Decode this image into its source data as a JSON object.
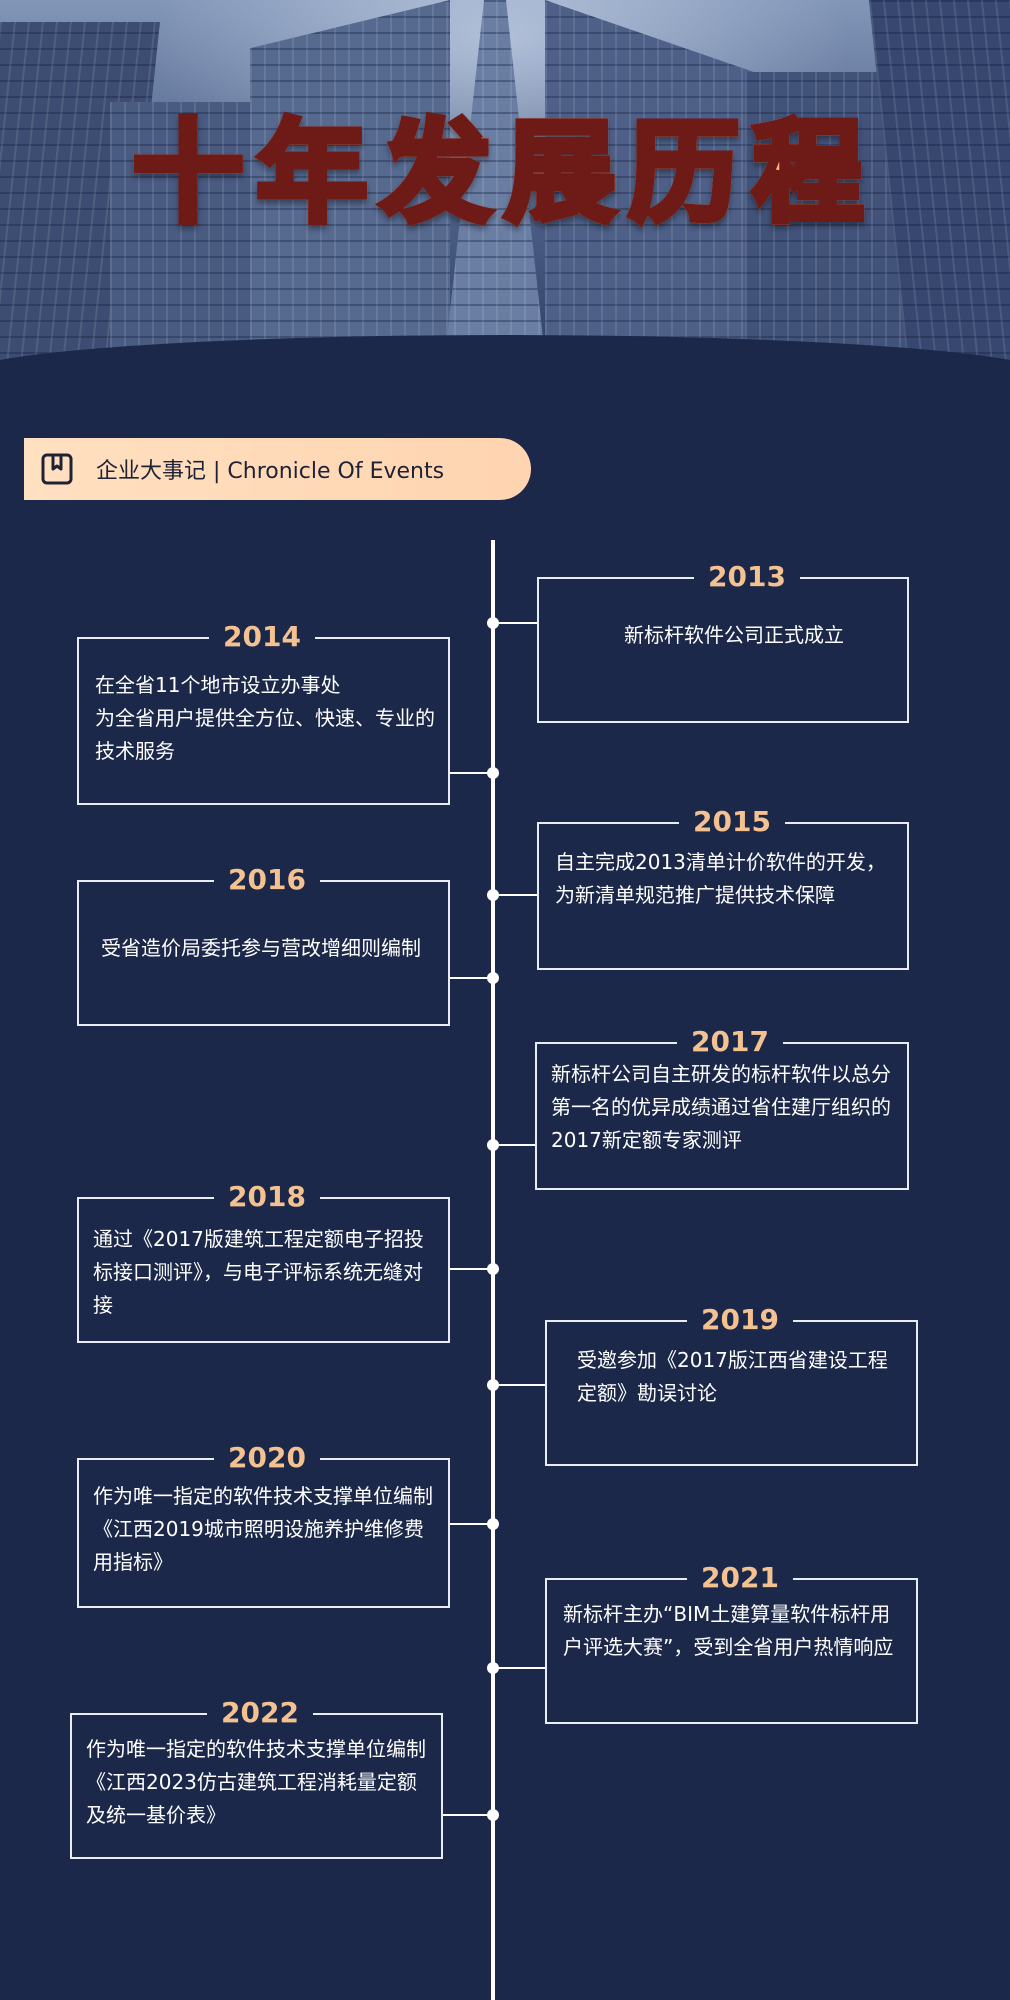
{
  "header": {
    "title": "十年发展历程"
  },
  "section": {
    "icon": "bookmark-icon",
    "label": "企业大事记 | Chronicle Of Events"
  },
  "colors": {
    "background": "#1c2849",
    "title_fill": "#ffb77a",
    "title_outline": "#6e1b18",
    "pill": "#ffd8b6",
    "year": "#f4c291",
    "line": "#ffffff"
  },
  "events": [
    {
      "year": "2013",
      "side": "right",
      "text": "新标杆软件公司正式成立"
    },
    {
      "year": "2014",
      "side": "left",
      "text": "在全省11个地市设立办事处\n为全省用户提供全方位、快速、专业的技术服务"
    },
    {
      "year": "2015",
      "side": "right",
      "text": "自主完成2013清单计价软件的开发，为新清单规范推广提供技术保障"
    },
    {
      "year": "2016",
      "side": "left",
      "text": "受省造价局委托参与营改增细则编制"
    },
    {
      "year": "2017",
      "side": "right",
      "text": "新标杆公司自主研发的标杆软件以总分第一名的优异成绩通过省住建厅组织的2017新定额专家测评"
    },
    {
      "year": "2018",
      "side": "left",
      "text": "通过《2017版建筑工程定额电子招投标接口测评》，与电子评标系统无缝对接"
    },
    {
      "year": "2019",
      "side": "right",
      "text": "受邀参加《2017版江西省建设工程定额》勘误讨论"
    },
    {
      "year": "2020",
      "side": "left",
      "text": "作为唯一指定的软件技术支撑单位编制《江西2019城市照明设施养护维修费用指标》"
    },
    {
      "year": "2021",
      "side": "right",
      "text": "新标杆主办“BIM土建算量软件标杆用户评选大赛”，受到全省用户热情响应"
    },
    {
      "year": "2022",
      "side": "left",
      "text": "作为唯一指定的软件技术支撑单位编制《江西2023仿古建筑工程消耗量定额及统一基价表》"
    }
  ]
}
